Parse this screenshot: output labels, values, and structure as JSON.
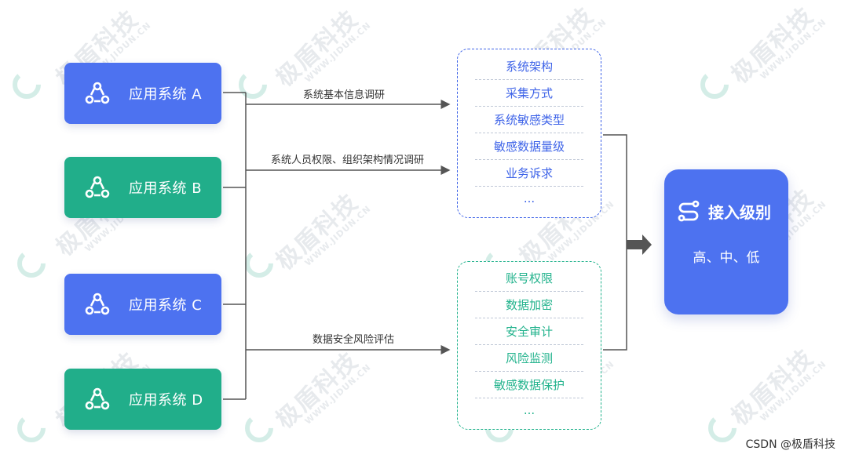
{
  "apps": [
    {
      "label": "应用系统 A",
      "color": "#4d72f0"
    },
    {
      "label": "应用系统 B",
      "color": "#21ae8a"
    },
    {
      "label": "应用系统 C",
      "color": "#4d72f0"
    },
    {
      "label": "应用系统 D",
      "color": "#21ae8a"
    }
  ],
  "arrows": {
    "a": "系统基本信息调研",
    "b": "系统人员权限、组织架构情况调研",
    "c": "数据安全风险评估"
  },
  "panel_top": {
    "color": "#3f64e8",
    "items": [
      "系统架构",
      "采集方式",
      "系统敏感类型",
      "敏感数据量级",
      "业务诉求",
      "..."
    ]
  },
  "panel_bottom": {
    "color": "#23b38d",
    "items": [
      "账号权限",
      "数据加密",
      "安全审计",
      "风险监测",
      "敏感数据保护",
      "..."
    ]
  },
  "level": {
    "title": "接入级别",
    "subtitle": "高、中、低",
    "color": "#4d72f0"
  },
  "watermark": {
    "cn": "极盾科技",
    "en": "WWW.JIDUN.CN"
  },
  "credit": "CSDN @极盾科技"
}
